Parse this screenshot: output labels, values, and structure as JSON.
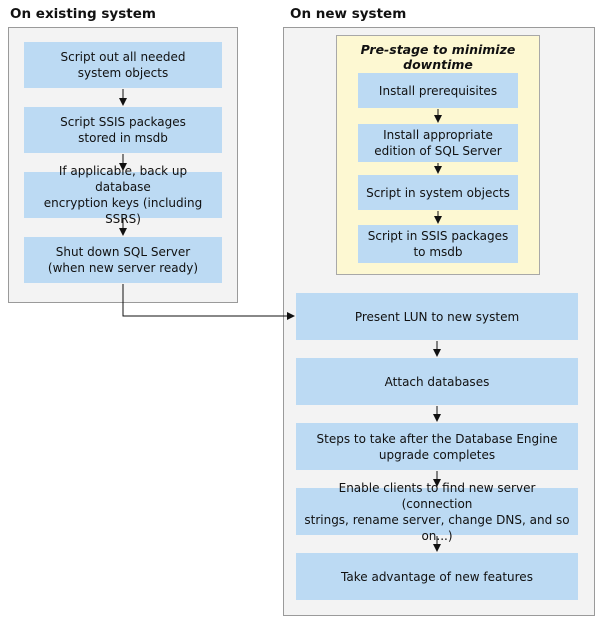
{
  "left": {
    "title": "On existing system",
    "steps": [
      "Script out all needed\nsystem objects",
      "Script SSIS packages\nstored in msdb",
      "If applicable, back up database\nencryption keys (including SSRS)",
      "Shut down SQL Server\n(when new server ready)"
    ]
  },
  "right": {
    "title": "On new system",
    "prestage": {
      "title": "Pre-stage to minimize downtime",
      "steps": [
        "Install prerequisites",
        "Install appropriate\nedition of SQL Server",
        "Script in system objects",
        "Script in SSIS packages\nto msdb"
      ]
    },
    "steps": [
      "Present LUN to new system",
      "Attach databases",
      "Steps to take after the Database Engine\nupgrade completes",
      "Enable clients to find new server (connection\nstrings, rename server, change DNS, and so on...)",
      "Take advantage of new features"
    ]
  }
}
